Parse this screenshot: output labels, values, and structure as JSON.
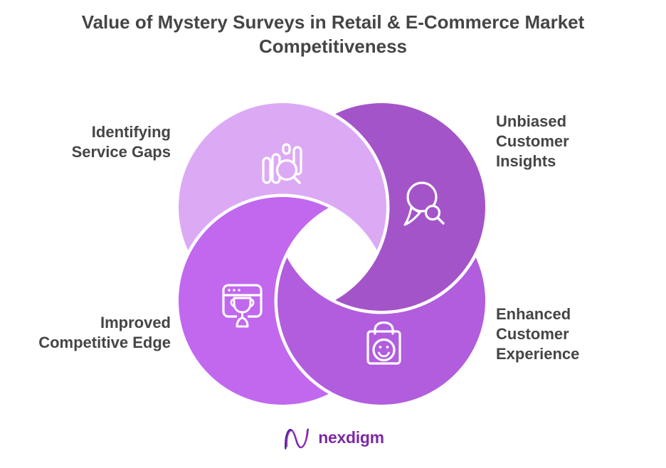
{
  "title": {
    "line1": "Value of Mystery Surveys in Retail & E-Commerce Market",
    "line2": "Competitiveness"
  },
  "segments": [
    {
      "name": "identifying-service-gaps",
      "lines": [
        "Identifying",
        "Service Gaps"
      ],
      "icon": "bar-chart-search-icon",
      "color": "#dcaaf4"
    },
    {
      "name": "unbiased-customer-insights",
      "lines": [
        "Unbiased",
        "Customer",
        "Insights"
      ],
      "icon": "chat-search-icon",
      "color": "#a454c9"
    },
    {
      "name": "improved-competitive-edge",
      "lines": [
        "Improved",
        "Competitive Edge"
      ],
      "icon": "browser-trophy-icon",
      "color": "#c168ee"
    },
    {
      "name": "enhanced-customer-experience",
      "lines": [
        "Enhanced",
        "Customer",
        "Experience"
      ],
      "icon": "shopping-bag-smile-icon",
      "color": "#b15dde"
    }
  ],
  "brand": {
    "wordmark": "nexdigm",
    "wordmark_color": "#7b2aa3",
    "mark_colors": [
      "#a0a0b4",
      "#46278f",
      "#a02bc4"
    ]
  },
  "styles": {
    "text_color": "#454545",
    "background": "#ffffff",
    "divider_color": "#ffffff"
  }
}
